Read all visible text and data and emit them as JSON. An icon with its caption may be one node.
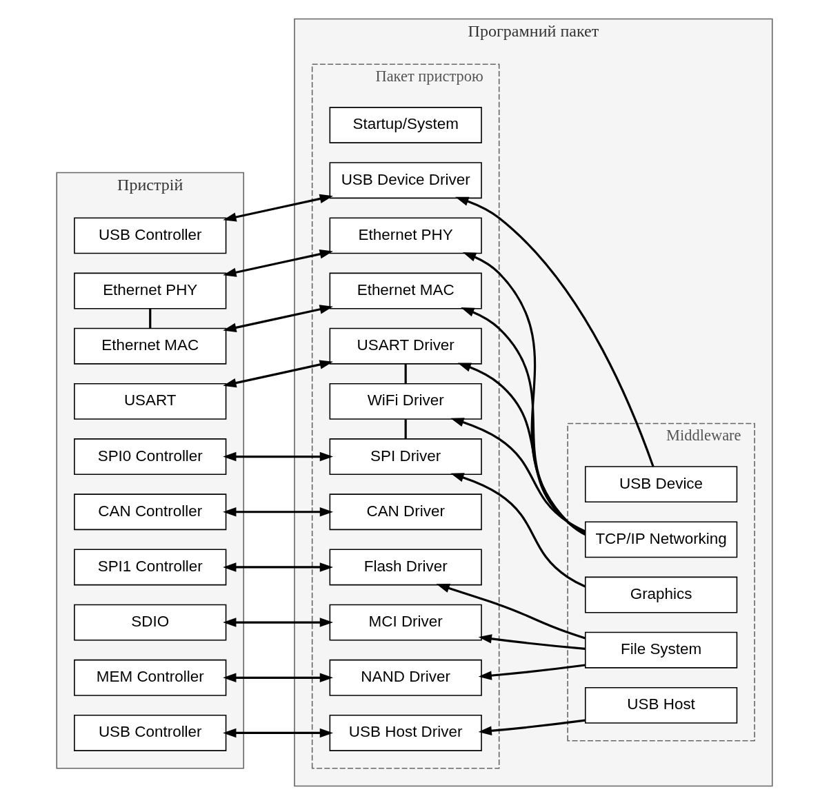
{
  "diagram": {
    "nodes": [
      {
        "text": [
          "Програмний пакет"
        ]
      },
      {
        "text": [
          "Пакет пристрою"
        ],
        "in": 0
      },
      {
        "text": [
          "Startup/System"
        ],
        "in": 1
      },
      {
        "text": [
          "USB Device Driver"
        ],
        "in": 1
      },
      {
        "text": [
          "Ethernet PHY"
        ],
        "in": 1
      },
      {
        "text": [
          "Ethernet MAC"
        ],
        "in": 1
      },
      {
        "text": [
          "USART Driver"
        ],
        "in": 1
      },
      {
        "text": [
          "WiFi Driver"
        ],
        "in": 1
      },
      {
        "text": [
          "SPI Driver"
        ],
        "in": 1
      },
      {
        "text": [
          "CAN Driver"
        ],
        "in": 1
      },
      {
        "text": [
          "Flash Driver"
        ],
        "in": 1
      },
      {
        "text": [
          "MCI Driver"
        ],
        "in": 1
      },
      {
        "text": [
          "NAND Driver"
        ],
        "in": 1
      },
      {
        "text": [
          "USB Host Driver"
        ],
        "in": 1
      },
      {
        "text": [
          "Middleware"
        ],
        "in": 0
      },
      {
        "text": [
          "USB Device"
        ],
        "in": 14
      },
      {
        "text": [
          "TCP/IP Networking"
        ],
        "in": 14
      },
      {
        "text": [
          "Graphics"
        ],
        "in": 14
      },
      {
        "text": [
          "File System"
        ],
        "in": 14
      },
      {
        "text": [
          "USB Host"
        ],
        "in": 14
      },
      {
        "text": [
          "Пристрій"
        ]
      },
      {
        "text": [
          "USB Controller"
        ],
        "in": 20
      },
      {
        "text": [
          "Ethernet PHY"
        ],
        "in": 20
      },
      {
        "text": [
          "Ethernet MAC"
        ],
        "in": 20
      },
      {
        "text": [
          "USART"
        ],
        "in": 20
      },
      {
        "text": [
          "SPI0 Controller"
        ],
        "in": 20
      },
      {
        "text": [
          "CAN Controller"
        ],
        "in": 20
      },
      {
        "text": [
          "SPI1 Controller"
        ],
        "in": 20
      },
      {
        "text": [
          "SDIO"
        ],
        "in": 20
      },
      {
        "text": [
          "MEM Controller"
        ],
        "in": 20
      },
      {
        "text": [
          "USB Controller"
        ],
        "in": 20
      }
    ],
    "edges": [
      {
        "from": 21,
        "to": 3,
        "arrow": "both"
      },
      {
        "from": 15,
        "to": 3,
        "arrow": "to"
      },
      {
        "from": 22,
        "to": 4,
        "arrow": "both"
      },
      {
        "from": 22,
        "to": 23,
        "arrow": "none"
      },
      {
        "from": 16,
        "to": 4,
        "arrow": "to"
      },
      {
        "from": 23,
        "to": 5,
        "arrow": "both"
      },
      {
        "from": 16,
        "to": 5,
        "arrow": "to"
      },
      {
        "from": 24,
        "to": 6,
        "arrow": "both"
      },
      {
        "from": 16,
        "to": 6,
        "arrow": "to"
      },
      {
        "from": 6,
        "to": 7,
        "arrow": "none"
      },
      {
        "from": 16,
        "to": 7,
        "arrow": "to"
      },
      {
        "from": 7,
        "to": 8,
        "arrow": "none"
      },
      {
        "from": 25,
        "to": 8,
        "arrow": "both"
      },
      {
        "from": 17,
        "to": 8,
        "arrow": "to"
      },
      {
        "from": 26,
        "to": 9,
        "arrow": "both"
      },
      {
        "from": 27,
        "to": 10,
        "arrow": "both"
      },
      {
        "from": 18,
        "to": 10,
        "arrow": "to"
      },
      {
        "from": 28,
        "to": 11,
        "arrow": "both"
      },
      {
        "from": 18,
        "to": 11,
        "arrow": "to"
      },
      {
        "from": 29,
        "to": 12,
        "arrow": "both"
      },
      {
        "from": 18,
        "to": 12,
        "arrow": "to"
      },
      {
        "from": 30,
        "to": 13,
        "arrow": "both"
      },
      {
        "from": 19,
        "to": 13,
        "arrow": "to"
      }
    ]
  }
}
